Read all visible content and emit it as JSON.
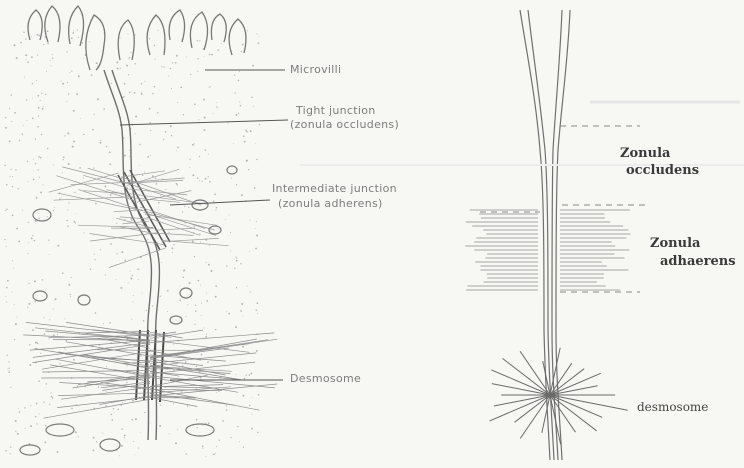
{
  "left_diagram": {
    "labels": {
      "microvilli": "Microvilli",
      "tight_junction_line1": "Tight junction",
      "tight_junction_line2": "(zonula occludens)",
      "zonula_adherens_line1": "Intermediate junction",
      "zonula_adherens_line2": "(zonula adherens)",
      "desmosome": "Desmosome"
    }
  },
  "right_diagram": {
    "labels": {
      "zonula_occludens_line1": "Zonula",
      "zonula_occludens_line2": "occludens",
      "zonula_adhaerens_line1": "Zonula",
      "zonula_adhaerens_line2": "adhaerens",
      "desmosome": "desmosome"
    }
  },
  "colors": {
    "background": "#f7f7f4",
    "ink": "#6e6e6e",
    "dark_ink": "#3a3a3a"
  }
}
